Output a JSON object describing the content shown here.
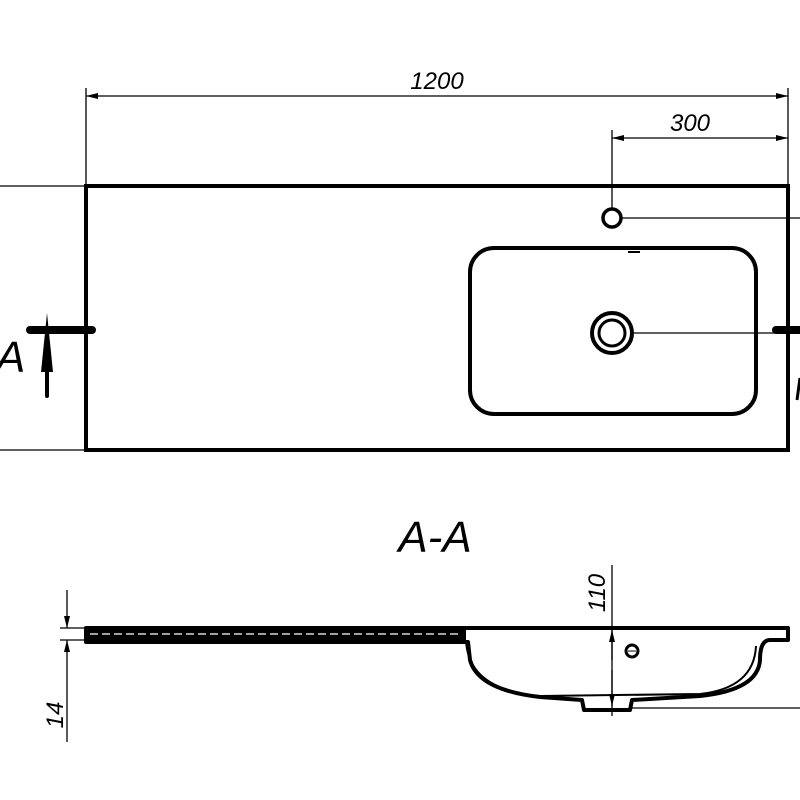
{
  "plan_view": {
    "overall_width_dim": "1200",
    "tap_offset_dim": "300",
    "section_marker_label": "A"
  },
  "section_view": {
    "title": "A-A",
    "depth_dim": "110",
    "thickness_dim": "14"
  },
  "colors": {
    "line": "#000000",
    "background": "#ffffff"
  }
}
